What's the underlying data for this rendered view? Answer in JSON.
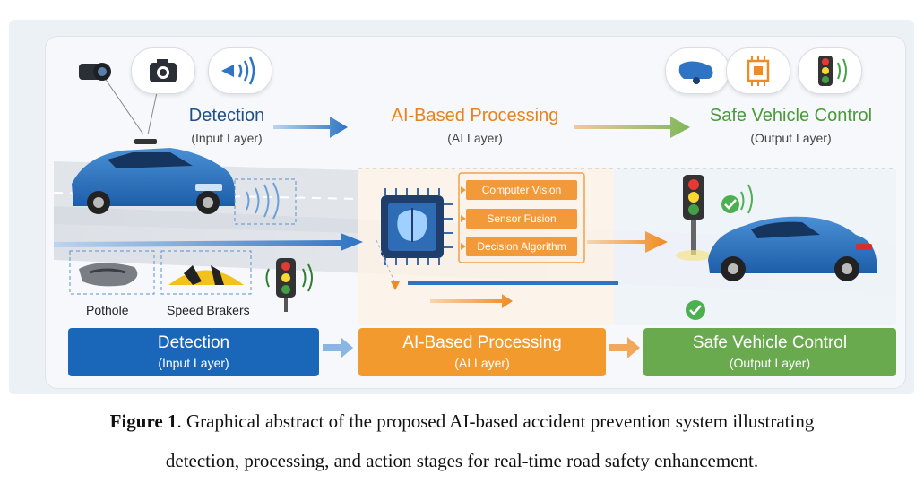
{
  "stages": [
    {
      "title": "Detection",
      "subtitle": "(Input Layer)",
      "color": "#1f5fa8",
      "box_color": "#1a67b9"
    },
    {
      "title": "AI-Based Processing",
      "subtitle": "(AI Layer)",
      "color": "#e8821c",
      "box_color": "#f29a2e"
    },
    {
      "title": "Safe Vehicle Control",
      "subtitle": "(Output Layer)",
      "color": "#4a9a3a",
      "box_color": "#6aaa4f"
    }
  ],
  "processing_modules": [
    "Computer Vision",
    "Sensor Fusion",
    "Decision Algorithm"
  ],
  "hazards": [
    "Pothole",
    "Speed Brakers"
  ],
  "input_icons": [
    "dashcam-icon",
    "camera-icon",
    "radar-icon"
  ],
  "output_icons": [
    "brake-pedal-icon",
    "chip-icon",
    "traffic-light-icon"
  ],
  "caption": {
    "label": "Figure 1",
    "text": ". Graphical abstract of the proposed AI-based accident prevention system illustrating",
    "line2": "detection, processing, and action stages for real-time road safety enhancement."
  }
}
